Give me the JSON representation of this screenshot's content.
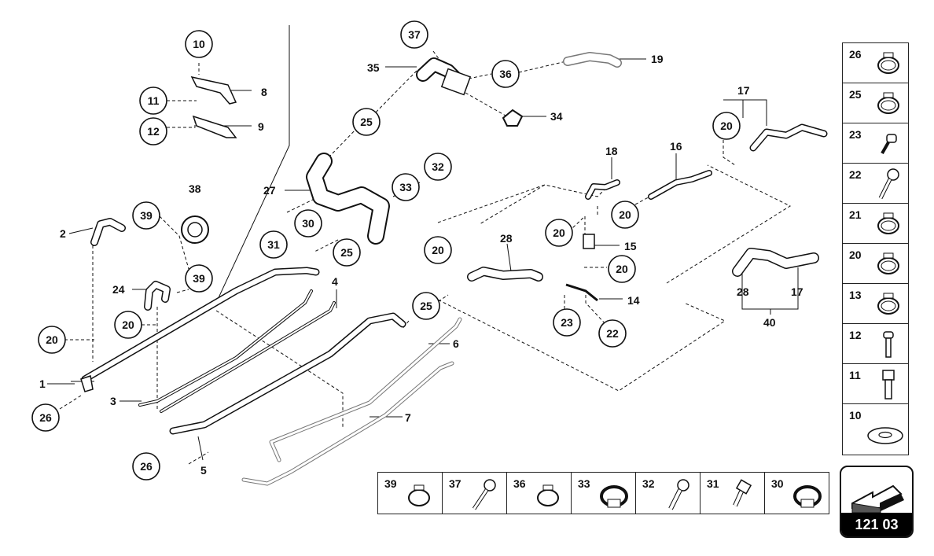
{
  "callouts": {
    "c10": "10",
    "c11": "11",
    "c12": "12",
    "c37": "37",
    "c36": "36",
    "c25a": "25",
    "c33": "33",
    "c32": "32",
    "c20a": "20",
    "c38": "38",
    "c39a": "39",
    "c39b": "39",
    "c30": "30",
    "c31": "31",
    "c25b": "25",
    "c20b": "20",
    "c20c": "20",
    "c25c": "25",
    "c20d": "20",
    "c20e": "20",
    "c20f": "20",
    "c20g": "20",
    "c23": "23",
    "c22": "22",
    "c26a": "26",
    "c26b": "26"
  },
  "plain_labels": {
    "l8": "8",
    "l9": "9",
    "l35": "35",
    "l19": "19",
    "l34": "34",
    "l17": "17",
    "l16": "16",
    "l18": "18",
    "l27": "27",
    "l2": "2",
    "l24": "24",
    "l4": "4",
    "l28": "28",
    "l15": "15",
    "l14": "14",
    "l6": "6",
    "l1": "1",
    "l3": "3",
    "l7": "7",
    "l5": "5",
    "l28b": "28",
    "l17b": "17",
    "l40": "40"
  },
  "legend_right": [
    "26",
    "25",
    "23",
    "22",
    "21",
    "20",
    "13",
    "12",
    "11",
    "10"
  ],
  "legend_bottom": [
    "39",
    "37",
    "36",
    "33",
    "32",
    "31",
    "30"
  ],
  "page_number": "121 03"
}
